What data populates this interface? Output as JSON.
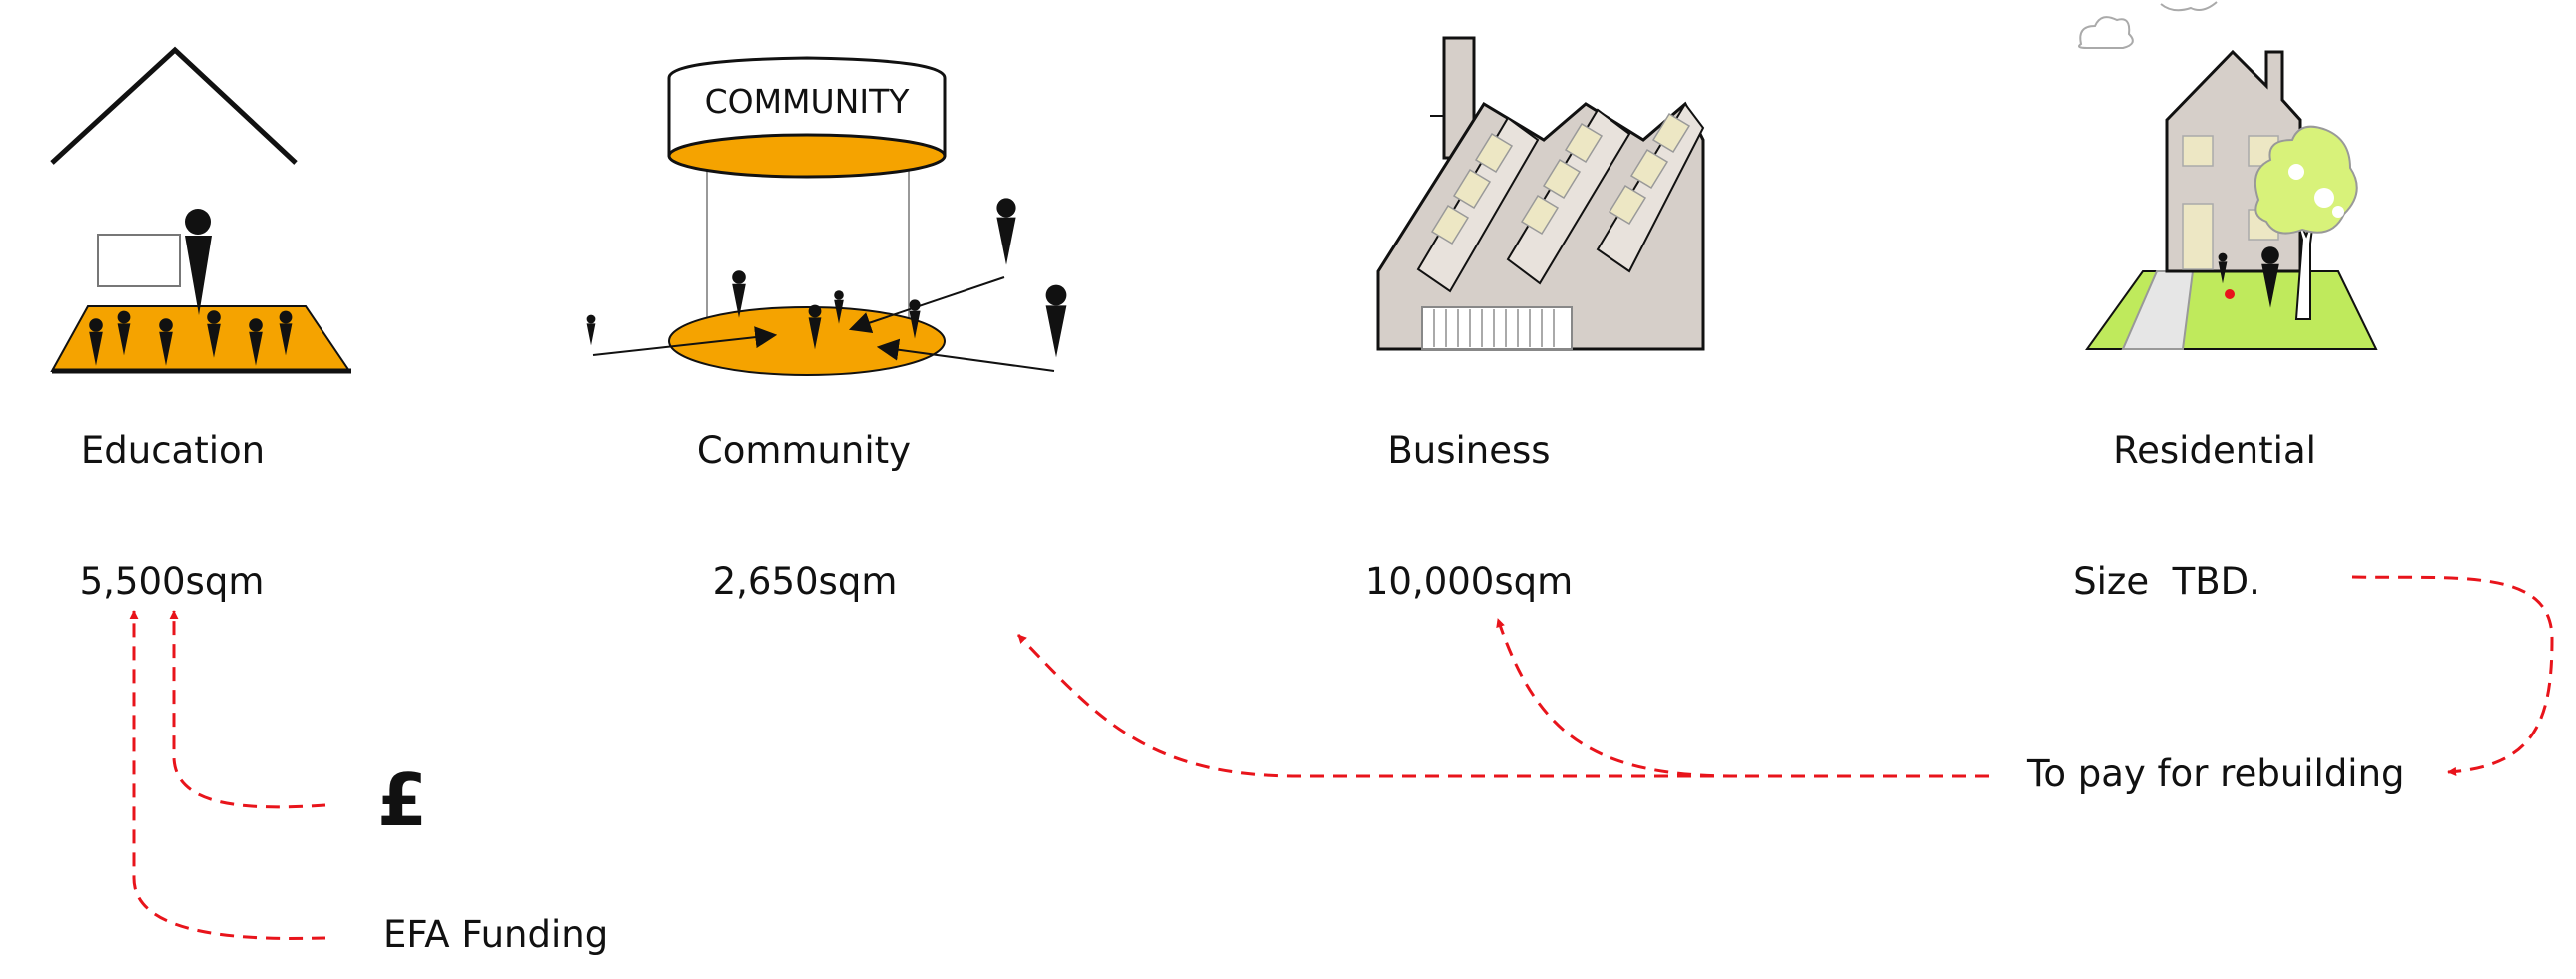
{
  "diagram": {
    "colors": {
      "orange": "#F5A300",
      "arrow_red": "#E8141B",
      "building_grey": "#D6CFC9",
      "window_cream": "#EDE7C4",
      "lawn_green": "#BFEA5C",
      "tree_green": "#D8F27A"
    },
    "sectors": [
      {
        "name": "Education",
        "area": "5,500sqm",
        "icon": "classroom-icon"
      },
      {
        "name": "Community",
        "area": "2,650sqm",
        "icon": "community-hub-icon",
        "sign": "COMMUNITY"
      },
      {
        "name": "Business",
        "area": "10,000sqm",
        "icon": "factory-icon"
      },
      {
        "name": "Residential",
        "area": "Size  TBD.",
        "icon": "house-icon"
      }
    ],
    "funding": {
      "pound_symbol": "£",
      "efa": "EFA Funding",
      "rebuild": "To pay for rebuilding"
    }
  }
}
